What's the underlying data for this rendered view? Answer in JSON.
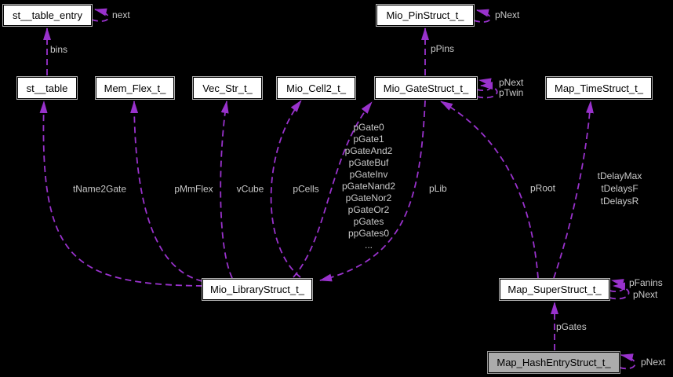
{
  "diagram": {
    "type": "collaboration-graph",
    "background": "#000000",
    "edge_color": "#9932cc",
    "label_color": "#c9c9c9",
    "node_fill": "#ffffff",
    "highlight_fill": "#ababab",
    "nodes": {
      "st_table_entry": {
        "label": "st__table_entry"
      },
      "mio_pinstruct": {
        "label": "Mio_PinStruct_t_"
      },
      "st_table": {
        "label": "st__table"
      },
      "mem_flex": {
        "label": "Mem_Flex_t_"
      },
      "vec_str": {
        "label": "Vec_Str_t_"
      },
      "mio_cell2": {
        "label": "Mio_Cell2_t_"
      },
      "mio_gatestruct": {
        "label": "Mio_GateStruct_t_"
      },
      "map_timestruct": {
        "label": "Map_TimeStruct_t_"
      },
      "mio_librarystruct": {
        "label": "Mio_LibraryStruct_t_"
      },
      "map_superstruct": {
        "label": "Map_SuperStruct_t_"
      },
      "map_hashentrystruct": {
        "label": "Map_HashEntryStruct_t_"
      }
    },
    "edge_labels": {
      "next": "next",
      "pnext_pin": "pNext",
      "bins": "bins",
      "ppins": "pPins",
      "pnext_gate": "pNext",
      "ptwin": "pTwin",
      "tname2gate": "tName2Gate",
      "pmmflex": "pMmFlex",
      "vcube": "vCube",
      "pcells": "pCells",
      "plib": "pLib",
      "proot": "pRoot",
      "pgates": "pGates",
      "pfanins": "pFanins",
      "pnext_super": "pNext",
      "pnext_hash": "pNext"
    },
    "gate_fields": [
      "pGate0",
      "pGate1",
      "pGateAnd2",
      "pGateBuf",
      "pGateInv",
      "pGateNand2",
      "pGateNor2",
      "pGateOr2",
      "pGates",
      "ppGates0",
      "..."
    ],
    "time_fields": [
      "tDelayMax",
      "tDelaysF",
      "tDelaysR"
    ]
  }
}
